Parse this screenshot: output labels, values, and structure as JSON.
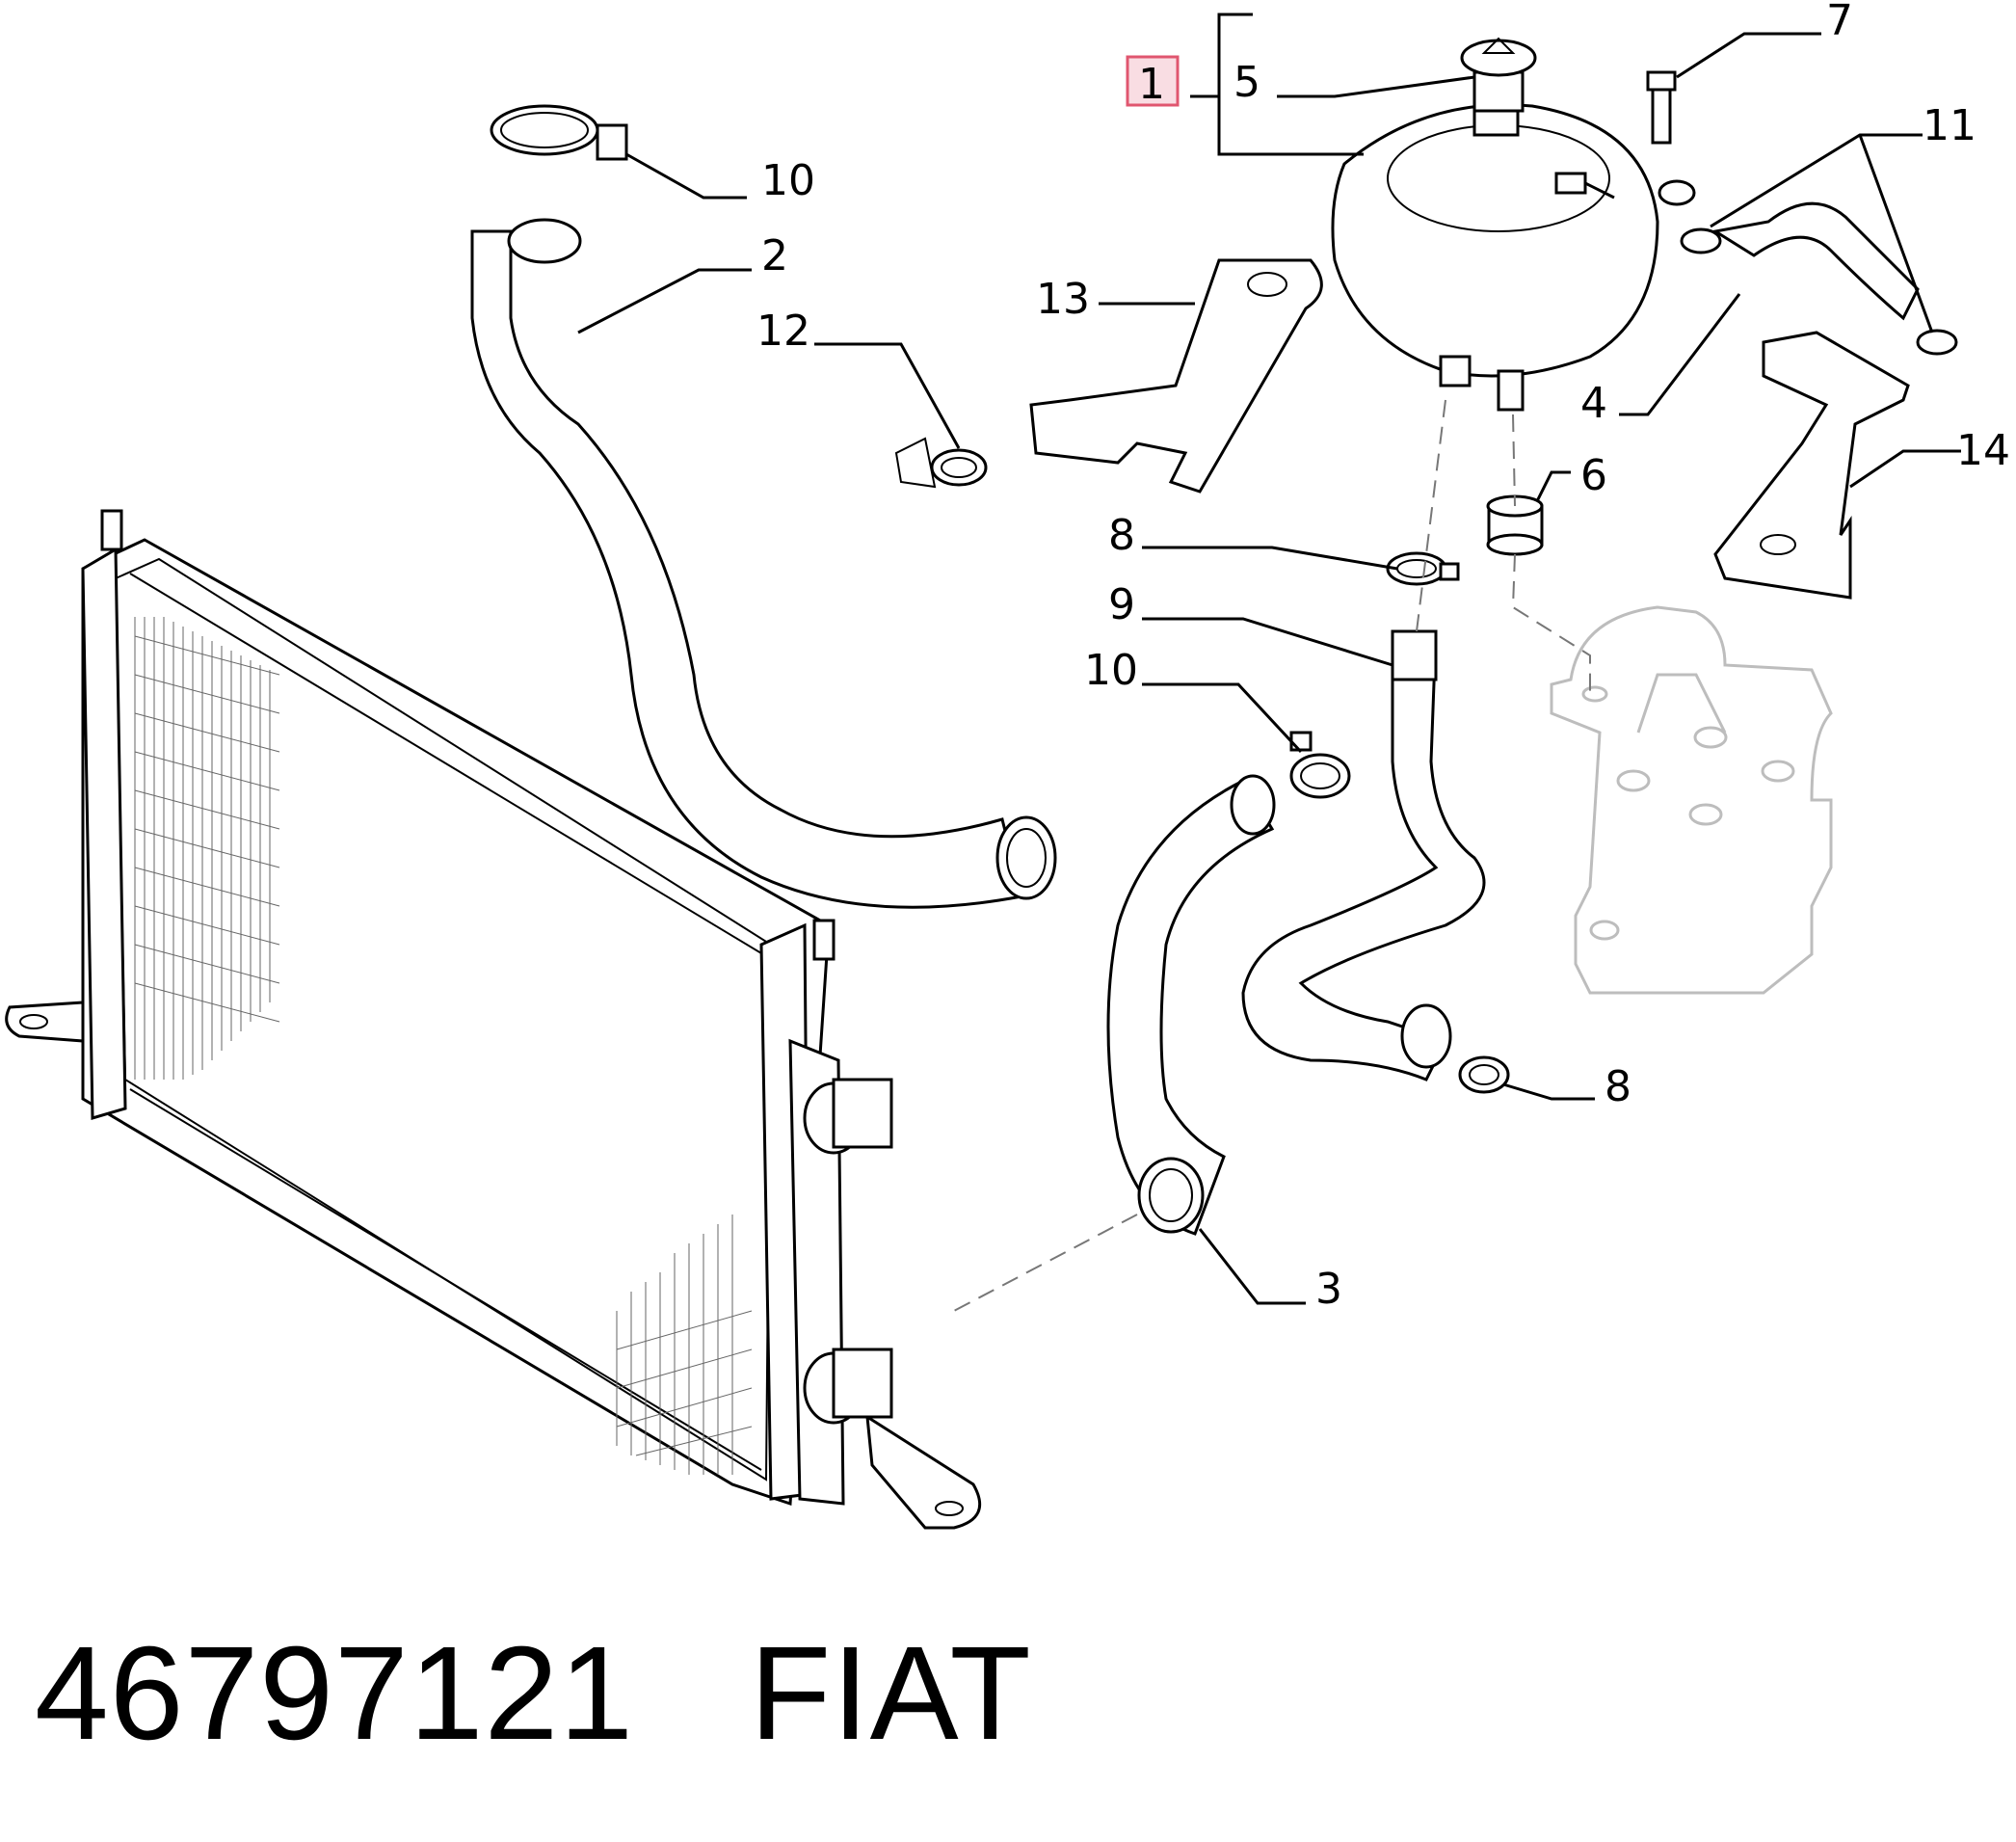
{
  "callouts": [
    {
      "id": "c1",
      "text": "1",
      "highlighted": true
    },
    {
      "id": "c5",
      "text": "5"
    },
    {
      "id": "c7",
      "text": "7"
    },
    {
      "id": "c10a",
      "text": "10"
    },
    {
      "id": "c2",
      "text": "2"
    },
    {
      "id": "c11",
      "text": "11"
    },
    {
      "id": "c13",
      "text": "13"
    },
    {
      "id": "c12",
      "text": "12"
    },
    {
      "id": "c4",
      "text": "4"
    },
    {
      "id": "c14",
      "text": "14"
    },
    {
      "id": "c6",
      "text": "6"
    },
    {
      "id": "c8a",
      "text": "8"
    },
    {
      "id": "c9",
      "text": "9"
    },
    {
      "id": "c10b",
      "text": "10"
    },
    {
      "id": "c8b",
      "text": "8"
    },
    {
      "id": "c3",
      "text": "3"
    }
  ],
  "footer": {
    "part_number": "46797121",
    "brand": "FIAT"
  },
  "colors": {
    "highlight_fill": "#f9dde3",
    "highlight_stroke": "#e0566f",
    "ghost_part": "#bdbdbd"
  }
}
